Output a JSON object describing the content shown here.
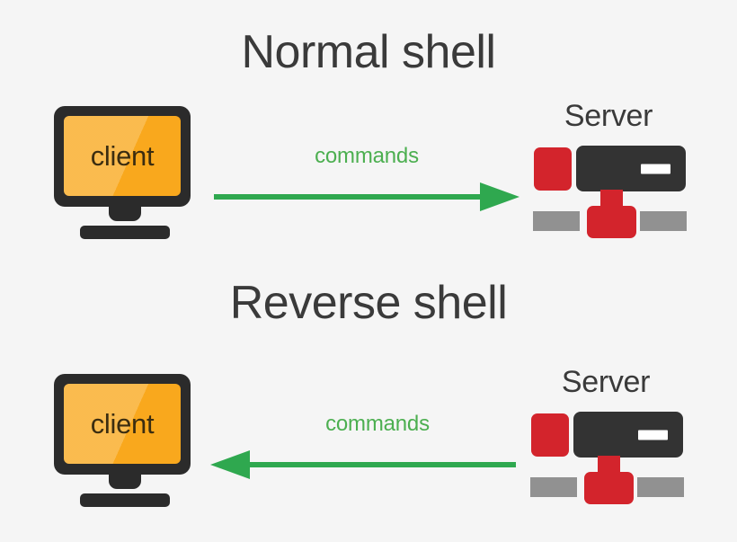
{
  "background_color": "#f5f5f5",
  "colors": {
    "title_text": "#3a3a3a",
    "arrow_green": "#2fa84f",
    "label_green": "#4caf50",
    "screen_orange": "#f9a81d",
    "bezel_dark": "#2b2b2b",
    "server_red": "#d3242c",
    "server_body_dark": "#333333",
    "server_bar_gray": "#919191",
    "server_led_white": "#ffffff"
  },
  "sections": [
    {
      "id": "normal-shell",
      "title": "Normal shell",
      "client": {
        "label": "client",
        "icon": "monitor-icon"
      },
      "flow": {
        "label": "commands",
        "direction": "right",
        "arrow_icon": "arrow-right-icon"
      },
      "server": {
        "label": "Server",
        "icon": "server-icon"
      }
    },
    {
      "id": "reverse-shell",
      "title": "Reverse shell",
      "client": {
        "label": "client",
        "icon": "monitor-icon"
      },
      "flow": {
        "label": "commands",
        "direction": "left",
        "arrow_icon": "arrow-left-icon"
      },
      "server": {
        "label": "Server",
        "icon": "server-icon"
      }
    }
  ]
}
